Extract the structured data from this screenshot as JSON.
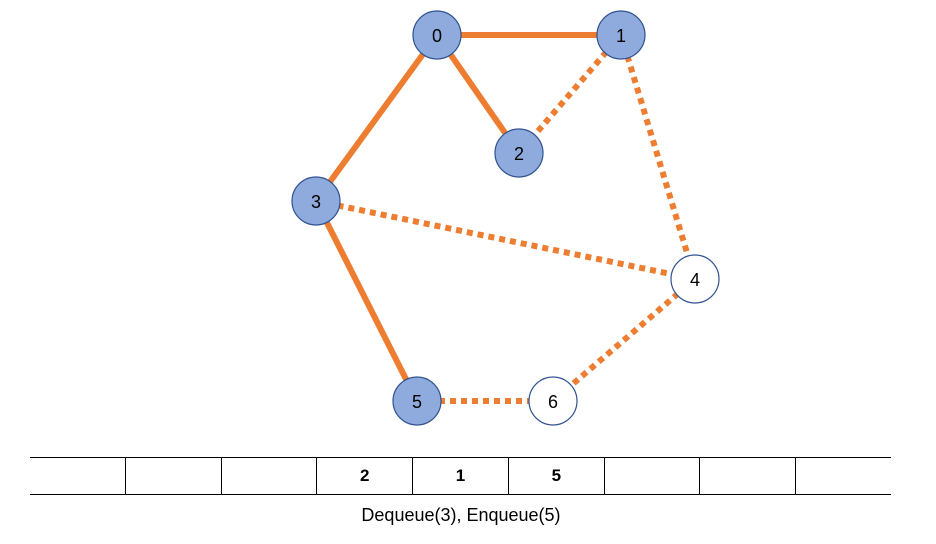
{
  "nodes": [
    {
      "id": "0",
      "label": "0",
      "state": "visited"
    },
    {
      "id": "1",
      "label": "1",
      "state": "visited"
    },
    {
      "id": "2",
      "label": "2",
      "state": "visited"
    },
    {
      "id": "3",
      "label": "3",
      "state": "visited"
    },
    {
      "id": "4",
      "label": "4",
      "state": "unvisited"
    },
    {
      "id": "5",
      "label": "5",
      "state": "visited"
    },
    {
      "id": "6",
      "label": "6",
      "state": "unvisited"
    }
  ],
  "edges": [
    {
      "from": "0",
      "to": "1",
      "style": "solid"
    },
    {
      "from": "0",
      "to": "2",
      "style": "solid"
    },
    {
      "from": "0",
      "to": "3",
      "style": "solid"
    },
    {
      "from": "3",
      "to": "5",
      "style": "solid"
    },
    {
      "from": "1",
      "to": "2",
      "style": "dotted"
    },
    {
      "from": "1",
      "to": "4",
      "style": "dotted"
    },
    {
      "from": "3",
      "to": "4",
      "style": "dotted"
    },
    {
      "from": "4",
      "to": "6",
      "style": "dotted"
    },
    {
      "from": "5",
      "to": "6",
      "style": "dotted"
    }
  ],
  "queue": {
    "cells": [
      "",
      "",
      "",
      "2",
      "1",
      "5",
      "",
      "",
      ""
    ]
  },
  "caption": "Dequeue(3), Enqueue(5)",
  "colors": {
    "edge": "#ED7D31",
    "visited_fill": "#8FAADC",
    "node_stroke": "#2F528F",
    "unvisited_fill": "#FFFFFF"
  }
}
